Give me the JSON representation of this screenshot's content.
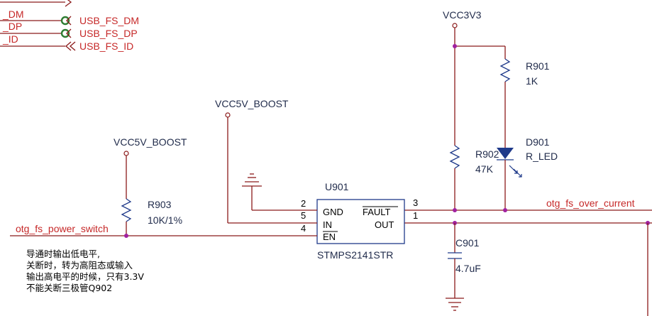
{
  "usb_nets": {
    "dm_stub": "_DM",
    "dp_stub": "_DP",
    "id_stub": "_ID",
    "dm_label": "USB_FS_DM",
    "dp_label": "USB_FS_DP",
    "id_label": "USB_FS_ID"
  },
  "power": {
    "vcc3v3": "VCC3V3",
    "vcc5v_boost_top": "VCC5V_BOOST",
    "vcc5v_boost_left": "VCC5V_BOOST"
  },
  "r901": {
    "ref": "R901",
    "value": "1K"
  },
  "r902": {
    "ref": "R902",
    "value": "47K"
  },
  "r903": {
    "ref": "R903",
    "value": "10K/1%"
  },
  "d901": {
    "ref": "D901",
    "value": "R_LED"
  },
  "c901": {
    "ref": "C901",
    "value": "4.7uF"
  },
  "u901": {
    "ref": "U901",
    "part": "STMPS2141STR",
    "pins": {
      "gnd_num": "2",
      "gnd_name": "GND",
      "in_num": "5",
      "in_name": "IN",
      "en_num": "4",
      "en_name": "EN",
      "fault_num": "3",
      "fault_name": "FAULT",
      "out_num": "1",
      "out_name": "OUT"
    }
  },
  "nets": {
    "otg_fs_power_switch": "otg_fs_power_switch",
    "otg_fs_over_current": "otg_fs_over_current"
  },
  "note": {
    "line1": "导通时输出低电平,",
    "line2": "关断时，转为高阻态或输入",
    "line3": "输出高电平的时候，只有3.3V",
    "line4": "不能关断三极管Q902"
  },
  "colors": {
    "wire": "#8b1a1a",
    "text": "#1f2a4a",
    "net_label": "#c62828",
    "connector": "#2e7d32",
    "junction": "#a020a0",
    "component": "#1f3a8a"
  }
}
